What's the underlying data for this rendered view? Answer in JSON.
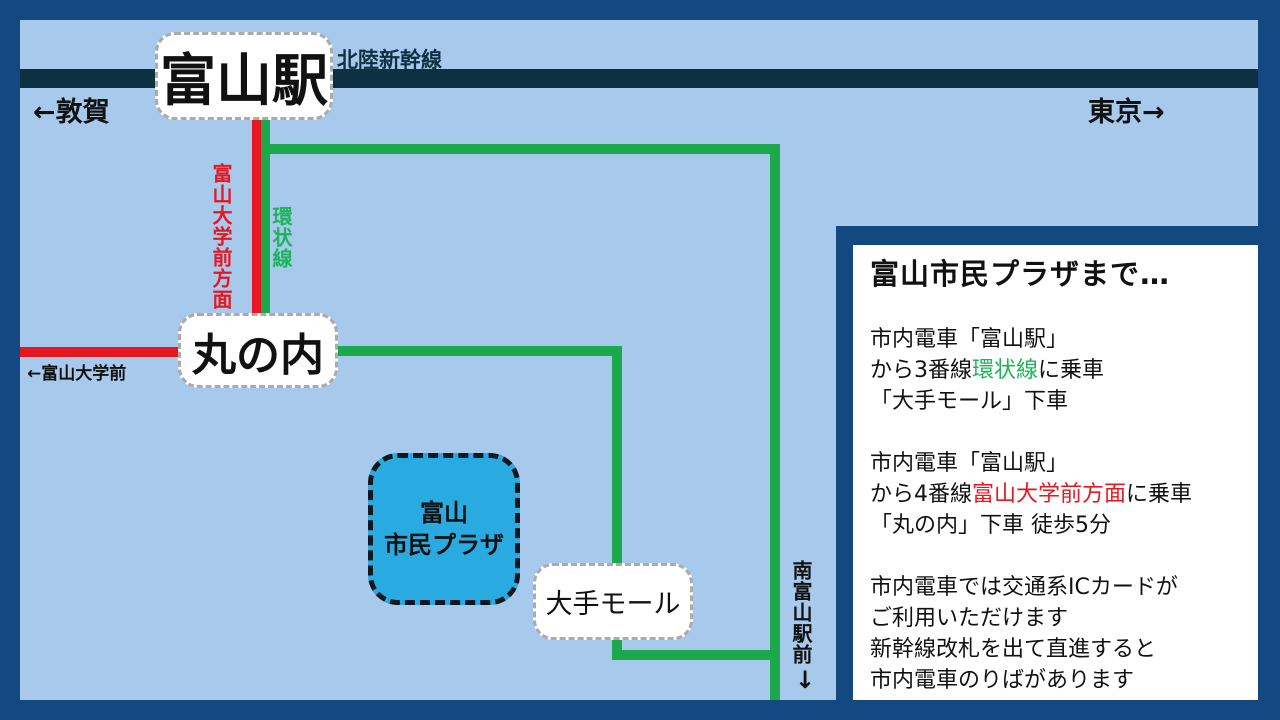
{
  "map": {
    "shinkansen_label": "北陸新幹線",
    "direction_left": "←敦賀",
    "direction_right": "東京→",
    "stations": {
      "toyama": "富山駅",
      "marunouchi": "丸の内",
      "otemall": "大手モール"
    },
    "plaza": {
      "line1": "富山",
      "line2": "市民プラザ"
    },
    "red_route_label": "富山大学前方面",
    "green_route_label": "環状線",
    "left_terminus": "←富山大学前",
    "south_terminus": "南富山駅前",
    "south_arrow": "↓"
  },
  "panel": {
    "title": "富山市民プラザまで…",
    "route1": {
      "line1": "市内電車「富山駅」",
      "line2_pre": "から3番線",
      "line2_highlight": "環状線",
      "line2_post": "に乗車",
      "line3": "「大手モール」下車"
    },
    "route2": {
      "line1": "市内電車「富山駅」",
      "line2_pre": "から4番線",
      "line2_highlight": "富山大学前方面",
      "line2_post": "に乗車",
      "line3": "「丸の内」下車 徒歩5分"
    },
    "notes": [
      "市内電車では交通系ICカードが",
      "ご利用いただけます",
      "新幹線改札を出て直進すると",
      "市内電車のりばがあります"
    ]
  },
  "colors": {
    "frame_navy": "#134980",
    "map_blue": "#A6C9EC",
    "shinkansen_dark": "#0D3042",
    "tram_green": "#1CA94C",
    "tram_red": "#E5171F",
    "plaza_blue": "#29ABE2",
    "box_dash_gray": "#ABABAB",
    "text_green": "#1FB45B"
  }
}
